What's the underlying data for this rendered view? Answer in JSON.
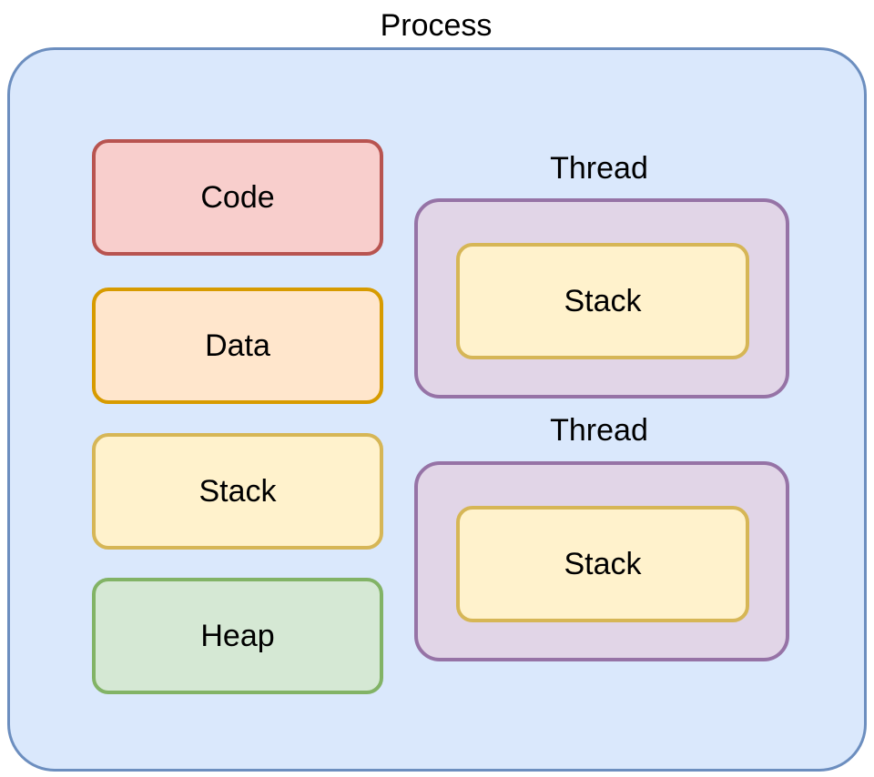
{
  "diagram": {
    "title": "Process",
    "title_color": "#000000",
    "background": "#ffffff",
    "process_container": {
      "label": "Process",
      "fill": "#dae8fc",
      "stroke": "#6c8ebf"
    },
    "memory_segments": [
      {
        "label": "Code",
        "fill": "#f8cecc",
        "stroke": "#b85450"
      },
      {
        "label": "Data",
        "fill": "#ffe6cc",
        "stroke": "#d79b00"
      },
      {
        "label": "Stack",
        "fill": "#fff2cc",
        "stroke": "#d6b656"
      },
      {
        "label": "Heap",
        "fill": "#d5e8d4",
        "stroke": "#82b366"
      }
    ],
    "threads": [
      {
        "label": "Thread",
        "fill": "#e1d5e7",
        "stroke": "#9673a6",
        "stack": {
          "label": "Stack",
          "fill": "#fff2cc",
          "stroke": "#d6b656"
        }
      },
      {
        "label": "Thread",
        "fill": "#e1d5e7",
        "stroke": "#9673a6",
        "stack": {
          "label": "Stack",
          "fill": "#fff2cc",
          "stroke": "#d6b656"
        }
      }
    ]
  }
}
